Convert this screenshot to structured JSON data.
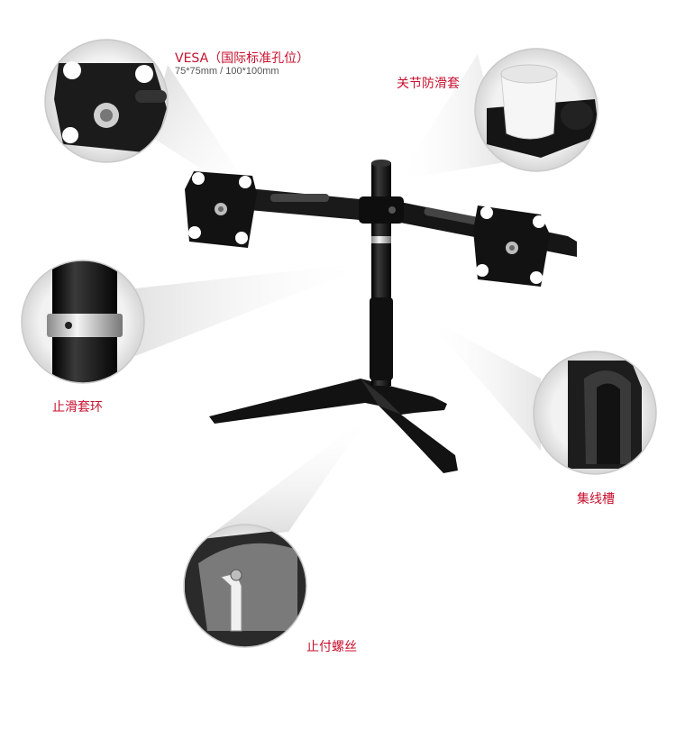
{
  "colors": {
    "label": "#c8102e",
    "metal": "#151515",
    "background": "#ffffff"
  },
  "callouts": {
    "vesa": {
      "title": "VESA（国际标准孔位）",
      "sizes": "75*75mm / 100*100mm"
    },
    "joint_sleeve": "关节防滑套",
    "stop_ring": "止滑套环",
    "cable_channel": "集线槽",
    "stop_screw": "止付螺丝"
  }
}
